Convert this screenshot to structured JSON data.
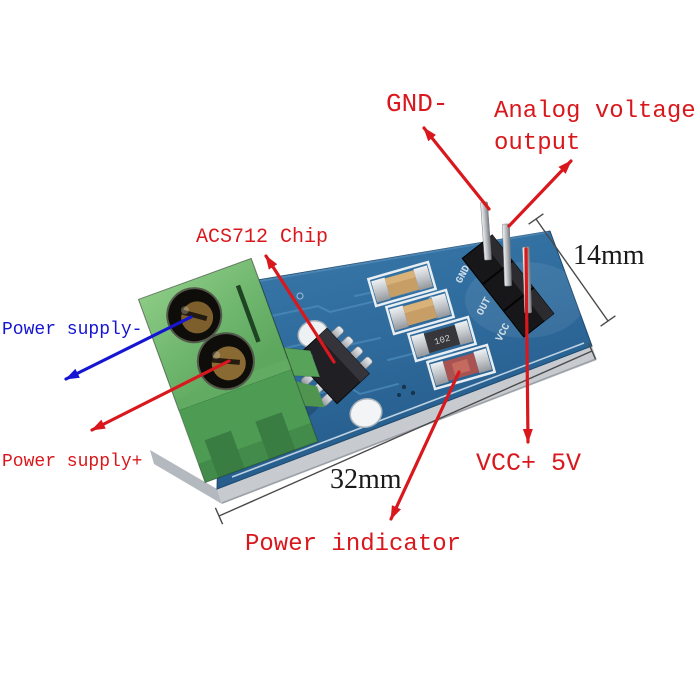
{
  "annotations": {
    "gnd": "GND-",
    "analog_output": "Analog voltage\noutput",
    "acs712": "ACS712 Chip",
    "power_supply_minus": "Power supply-",
    "power_supply_plus": "Power supply+",
    "vcc": "VCC+ 5V",
    "power_indicator": "Power indicator"
  },
  "dimensions": {
    "width": "32mm",
    "height": "14mm"
  },
  "silkscreen": {
    "pin1": "GND",
    "pin2": "OUT",
    "pin3": "VCC",
    "resistor": "102"
  },
  "colors": {
    "annotation_red": "#d9181d",
    "annotation_blue": "#1515d2",
    "dimension_text": "#1a1a1a",
    "pcb_blue": "#306b9d",
    "terminal_green": "#54a058",
    "board_edge_silver": "#c7cbd0"
  }
}
